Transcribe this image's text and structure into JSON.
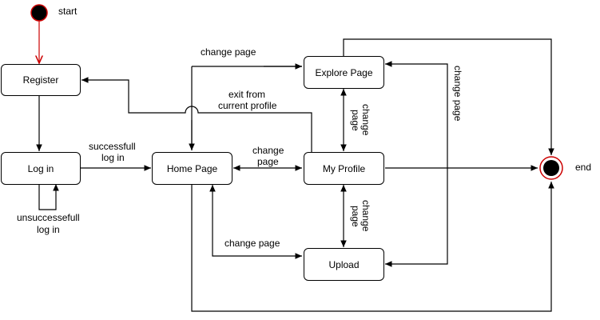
{
  "diagram": {
    "nodes": {
      "start_label": "start",
      "end_label": "end",
      "register": "Register",
      "login": "Log in",
      "home": "Home Page",
      "explore": "Explore Page",
      "profile": "My Profile",
      "upload": "Upload"
    },
    "edges": {
      "successful_login_l1": "successfull",
      "successful_login_l2": "log in",
      "unsuccessful_login_l1": "unsuccessefull",
      "unsuccessful_login_l2": "log in",
      "home_to_explore": "change page",
      "exit_profile_l1": "exit from",
      "exit_profile_l2": "current profile",
      "home_profile_l1": "change",
      "home_profile_l2": "page",
      "explore_profile": "change page",
      "profile_upload": "change page",
      "explore_upload_side": "change page",
      "home_to_upload": "change page"
    },
    "colors": {
      "start_fill": "#000000",
      "start_border": "#cc0000",
      "start_arrow": "#cc0000",
      "end_ring": "#cc0000",
      "line": "#000000"
    }
  }
}
